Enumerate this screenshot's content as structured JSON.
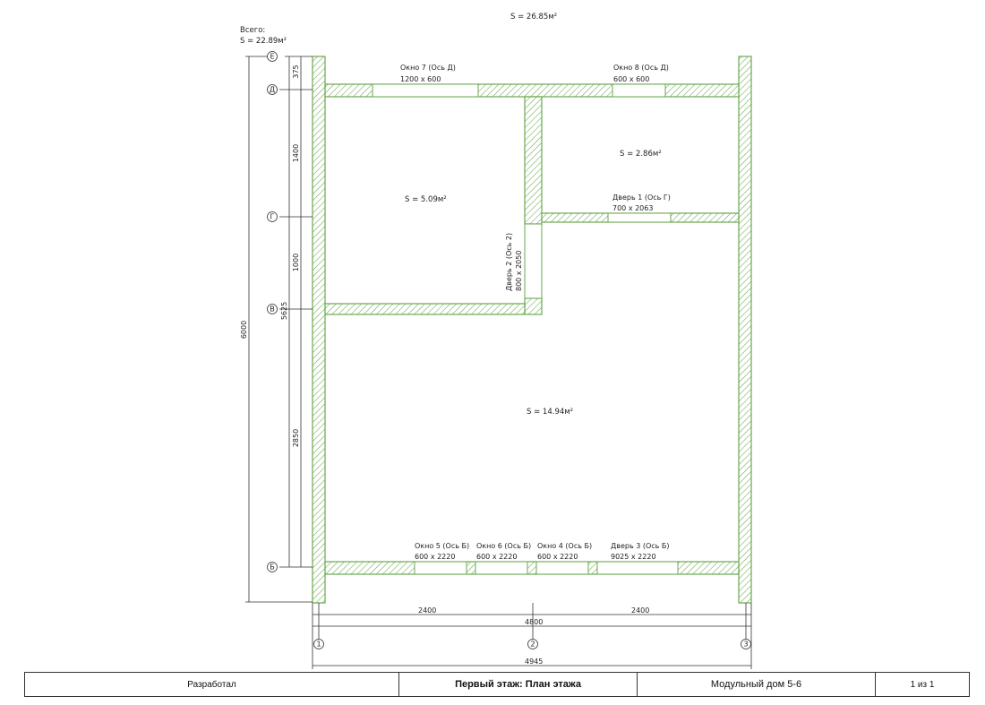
{
  "plan": {
    "total_area_top": "S = 26.85м²",
    "total_area_label": "Всего:",
    "total_area_value": "S = 22.89м²",
    "rooms": [
      {
        "area": "S = 5.09м²"
      },
      {
        "area": "S = 2.86м²"
      },
      {
        "area": "S = 14.94м²"
      }
    ],
    "openings": {
      "window7": {
        "title": "Окно 7 (Ось Д)",
        "size": "1200 x 600"
      },
      "window8": {
        "title": "Окно 8 (Ось Д)",
        "size": "600 x 600"
      },
      "door1": {
        "title": "Дверь 1 (Ось Г)",
        "size": "700 x 2063"
      },
      "door2": {
        "title": "Дверь 2 (Ось 2)",
        "size": "800 x 2050"
      },
      "window5": {
        "title": "Окно 5 (Ось Б)",
        "size": "600 x 2220"
      },
      "window6": {
        "title": "Окно 6 (Ось Б)",
        "size": "600 x 2220"
      },
      "window4": {
        "title": "Окно 4 (Ось Б)",
        "size": "600 x 2220"
      },
      "door3": {
        "title": "Дверь 3 (Ось Б)",
        "size": "9025 x 2220"
      }
    },
    "axes": {
      "rows": [
        "Е",
        "Д",
        "Г",
        "В",
        "Б"
      ],
      "cols": [
        "1",
        "2",
        "3"
      ]
    },
    "dimensions": {
      "left": [
        "375",
        "1400",
        "1000",
        "2850"
      ],
      "left_sub": "5625",
      "left_total": "6000",
      "bottom_left": "2400",
      "bottom_right": "2400",
      "bottom_mid": "4800",
      "bottom_total": "4945"
    }
  },
  "title_block": {
    "developer": "Разработал",
    "sheet_title": "Первый этаж: План этажа",
    "project": "Модульный дом 5-6",
    "page": "1  из 1"
  }
}
